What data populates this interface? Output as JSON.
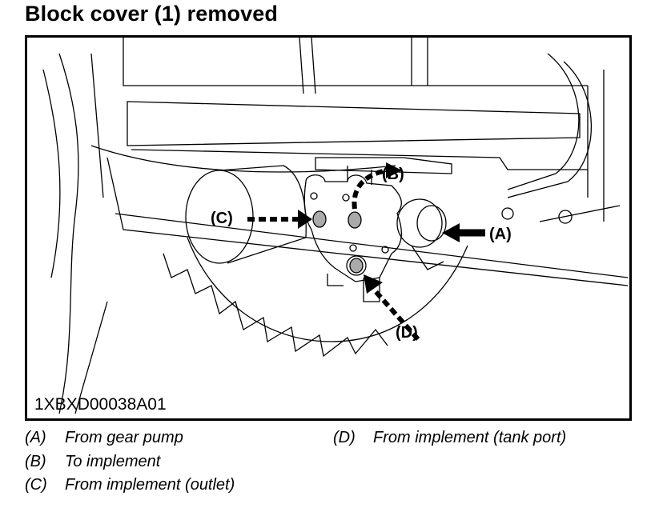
{
  "title": "Block cover (1) removed",
  "figure": {
    "id": "1XBXD00038A01",
    "callouts": {
      "a": "(A)",
      "b": "(B)",
      "c": "(C)",
      "d": "(D)"
    }
  },
  "legend": [
    {
      "key": "(A)",
      "text": "From gear pump"
    },
    {
      "key": "(B)",
      "text": "To implement"
    },
    {
      "key": "(C)",
      "text": "From implement (outlet)"
    },
    {
      "key": "(D)",
      "text": "From implement (tank port)"
    }
  ]
}
